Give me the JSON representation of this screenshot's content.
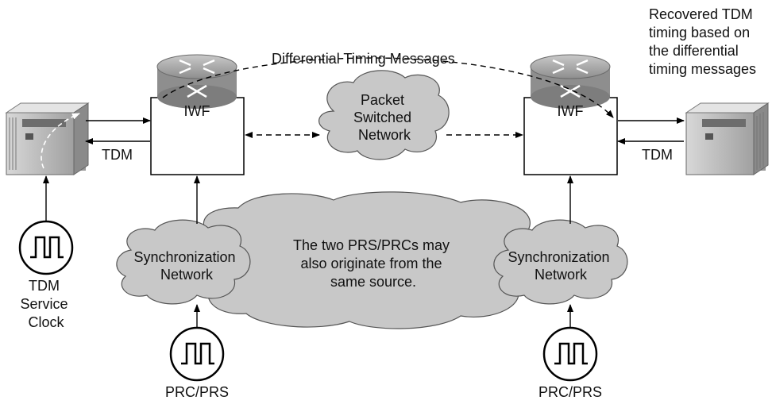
{
  "title": "Differential Timing Messages",
  "recovered_note": [
    "Recovered TDM",
    "timing based on",
    "the differential",
    "timing messages"
  ],
  "iwf_left": {
    "label": "IWF"
  },
  "iwf_right": {
    "label": "IWF"
  },
  "tdm_left": {
    "label": "TDM"
  },
  "tdm_right": {
    "label": "TDM"
  },
  "psn": {
    "lines": [
      "Packet",
      "Switched",
      "Network"
    ]
  },
  "sync_left": {
    "lines": [
      "Synchronization",
      "Network"
    ]
  },
  "sync_right": {
    "lines": [
      "Synchronization",
      "Network"
    ]
  },
  "shared_source_note": [
    "The two PRS/PRCs may",
    "also originate from the",
    "same source."
  ],
  "service_clock": {
    "lines": [
      "TDM",
      "Service",
      "Clock"
    ]
  },
  "prc_left": {
    "label": "PRC/PRS"
  },
  "prc_right": {
    "label": "PRC/PRS"
  },
  "icons": {
    "left_server": "server-icon",
    "right_server": "server-icon",
    "left_router": "router-icon",
    "right_router": "router-icon",
    "service_clock": "clock-signal-icon",
    "prc_left": "clock-signal-icon",
    "prc_right": "clock-signal-icon"
  },
  "colors": {
    "cloud_fill": "#c8c8c8",
    "cloud_stroke": "#555555",
    "box_stroke": "#000000",
    "router_body": "#9a9a9a"
  }
}
